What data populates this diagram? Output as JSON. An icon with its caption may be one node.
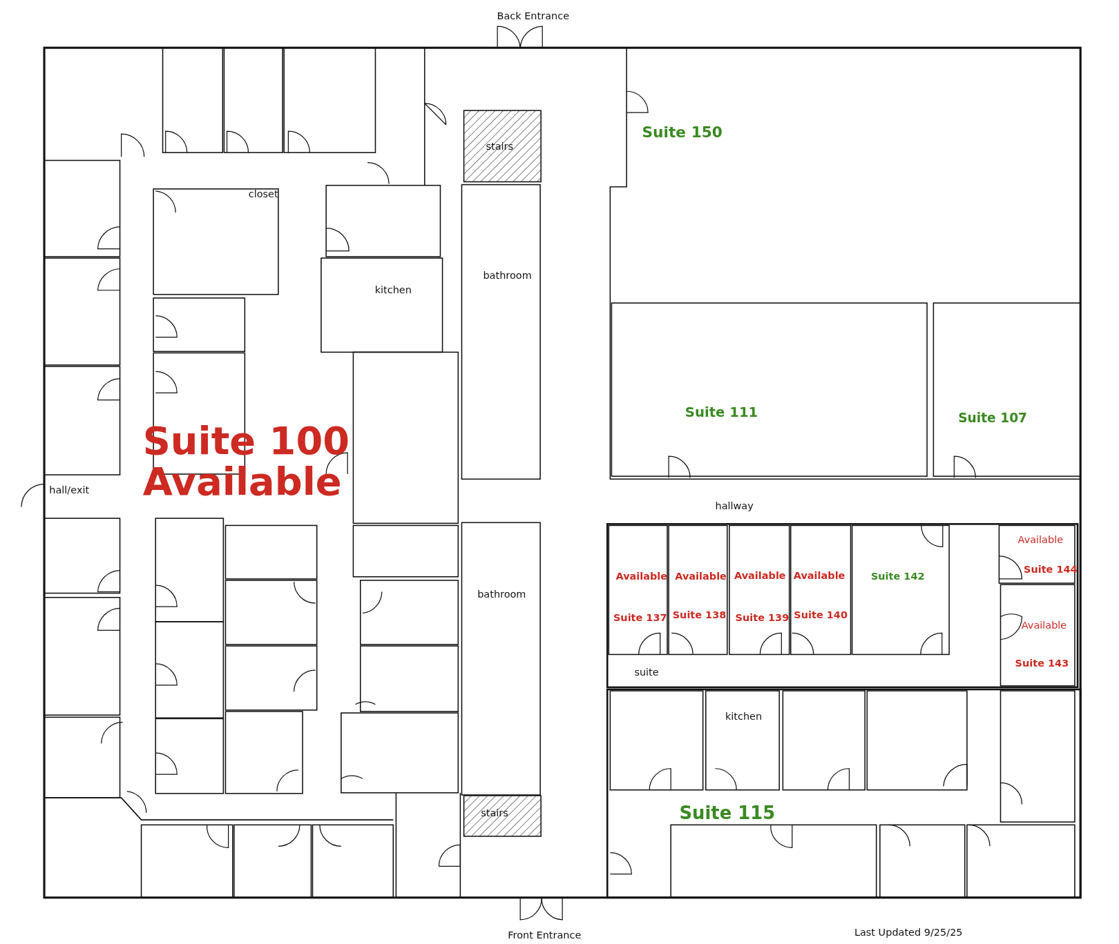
{
  "diagram": {
    "labels": [
      "Back Entrance",
      "stairs",
      "Suite 150",
      "closet",
      "bathroom",
      "kitchen",
      "Suite 111",
      "Suite 107",
      "Suite 100 Available",
      "hall/exit",
      "hallway",
      "Available",
      "Suite 144",
      "Available",
      "Available",
      "Available",
      "Available",
      "Suite 142",
      "bathroom",
      "Suite 137",
      "Suite 138",
      "Suite 139",
      "Suite 140",
      "Available",
      "Suite 143",
      "suite",
      "kitchen",
      "stairs",
      "Suite 115",
      "Front Entrance",
      "Last Updated 9/25/25"
    ]
  }
}
